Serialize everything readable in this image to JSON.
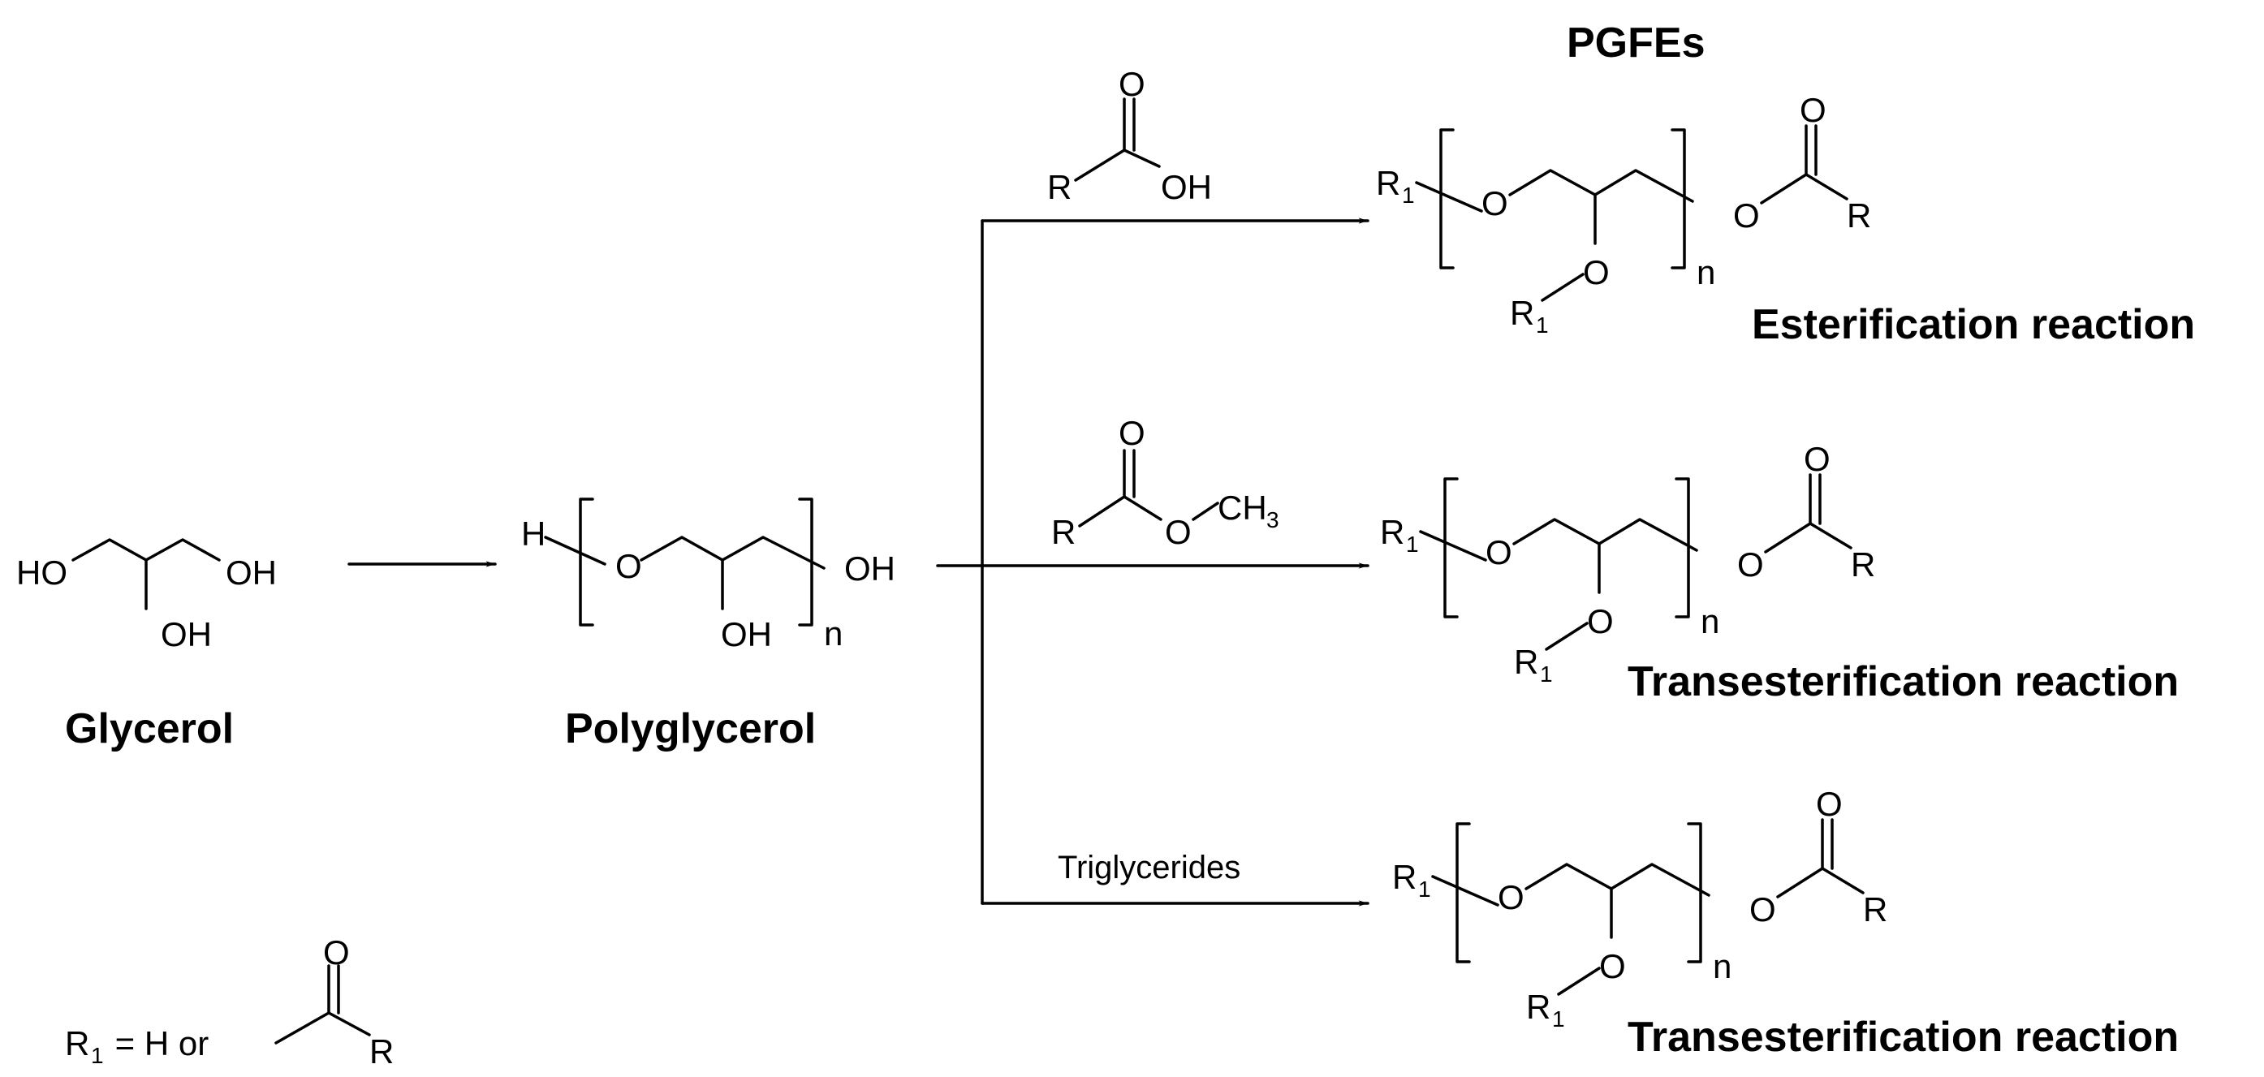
{
  "labels": {
    "glycerol": "Glycerol",
    "polyglycerol": "Polyglycerol",
    "pgfes": "PGFEs",
    "esterification": "Esterification reaction",
    "transesterification_1": "Transesterification reaction",
    "transesterification_2": "Transesterification reaction",
    "triglycerides": "Triglycerides"
  },
  "atoms": {
    "ho": "HO",
    "oh": "OH",
    "h": "H",
    "o": "O",
    "r": "R",
    "r1": "R",
    "r1_sub": "1",
    "n": "n",
    "ch3": "CH",
    "ch3_sub": "3"
  },
  "legend": {
    "prefix": "R",
    "prefix_sub": "1",
    "text": " = H or "
  }
}
